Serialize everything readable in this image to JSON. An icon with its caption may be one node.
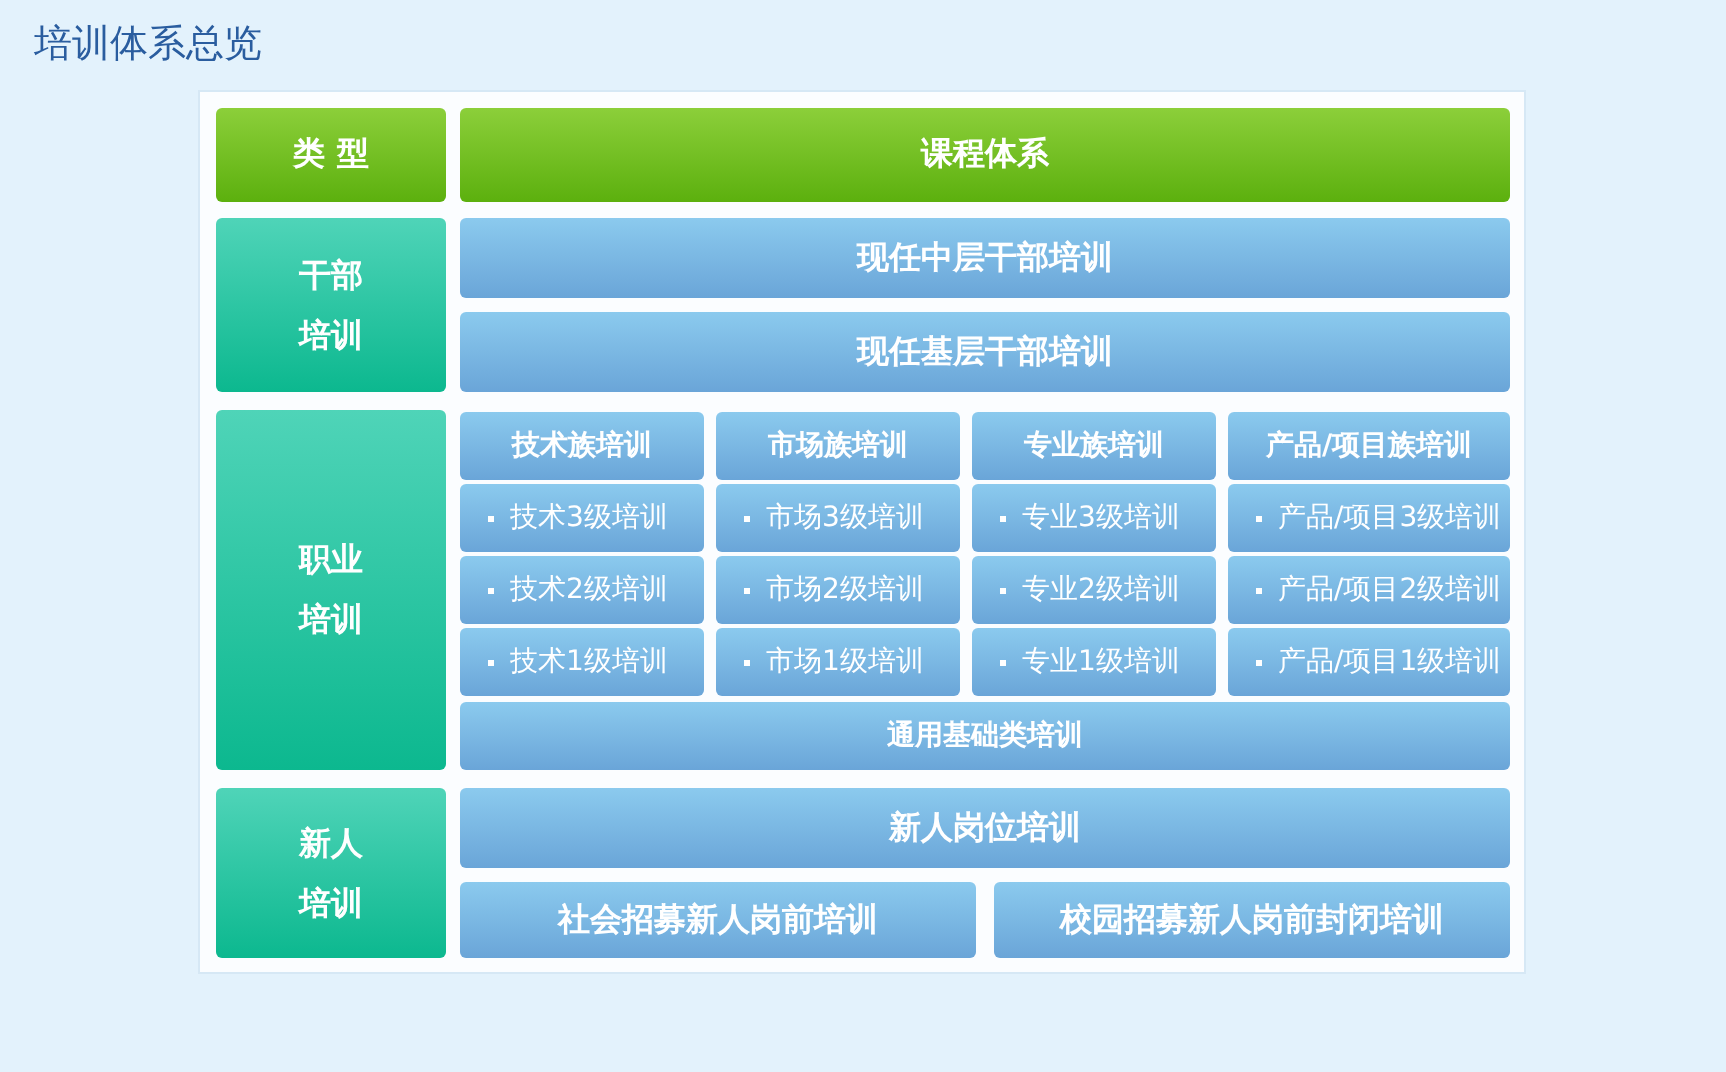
{
  "diagram": {
    "title": "培训体系总览",
    "nodes": [
      {
        "text": [
          "类 型"
        ]
      },
      {
        "text": [
          "课程体系"
        ]
      },
      {
        "text": [
          "干部培训"
        ]
      },
      {
        "text": [
          "现任中层干部培训"
        ]
      },
      {
        "text": [
          "现任基层干部培训"
        ]
      },
      {
        "text": [
          "职业培训"
        ]
      },
      {
        "text": [
          "技术族培训"
        ]
      },
      {
        "text": [
          "市场族培训"
        ]
      },
      {
        "text": [
          "专业族培训"
        ]
      },
      {
        "text": [
          "产品/项目族培训"
        ]
      },
      {
        "text": [
          "技术3级培训"
        ]
      },
      {
        "text": [
          "市场3级培训"
        ]
      },
      {
        "text": [
          "专业3级培训"
        ]
      },
      {
        "text": [
          "产品/项目3级培训"
        ]
      },
      {
        "text": [
          "技术2级培训"
        ]
      },
      {
        "text": [
          "市场2级培训"
        ]
      },
      {
        "text": [
          "专业2级培训"
        ]
      },
      {
        "text": [
          "产品/项目2级培训"
        ]
      },
      {
        "text": [
          "技术1级培训"
        ]
      },
      {
        "text": [
          "市场1级培训"
        ]
      },
      {
        "text": [
          "专业1级培训"
        ]
      },
      {
        "text": [
          "产品/项目1级培训"
        ]
      },
      {
        "text": [
          "通用基础类培训"
        ]
      },
      {
        "text": [
          "新人培训"
        ]
      },
      {
        "text": [
          "新人岗位培训"
        ]
      },
      {
        "text": [
          "社会招募新人岗前培训"
        ]
      },
      {
        "text": [
          "校园招募新人岗前封闭培训"
        ]
      }
    ],
    "edges": []
  }
}
